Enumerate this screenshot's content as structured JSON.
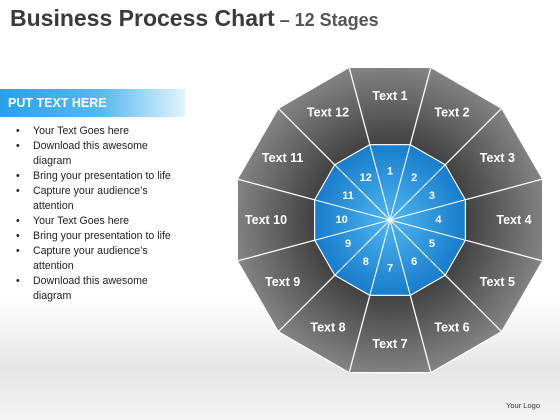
{
  "slide": {
    "title": "Business Process Chart",
    "title_suffix": " – 12 Stages",
    "logo": "Your Logo"
  },
  "sidebar": {
    "header": "PUT TEXT HERE",
    "bullets": [
      "Your Text Goes here",
      "Download this awesome diagram",
      "Bring your presentation to life",
      "Capture your audience’s attention",
      "Your Text Goes here",
      "Bring your presentation to life",
      "Capture your audience’s attention",
      "Download this awesome diagram"
    ]
  },
  "wheel": {
    "outer_labels": [
      "Text 1",
      "Text 2",
      "Text 3",
      "Text 4",
      "Text 5",
      "Text 6",
      "Text 7",
      "Text 8",
      "Text 9",
      "Text 10",
      "Text 11",
      "Text 12"
    ],
    "inner_labels": [
      "1",
      "2",
      "3",
      "4",
      "5",
      "6",
      "7",
      "8",
      "9",
      "10",
      "11",
      "12"
    ],
    "colors": {
      "outer_dark": "#3c3c3c",
      "outer_light": "#8a8a8a",
      "inner_dark": "#1478c8",
      "inner_light": "#4fb6f2",
      "divider": "#ffffff"
    }
  }
}
